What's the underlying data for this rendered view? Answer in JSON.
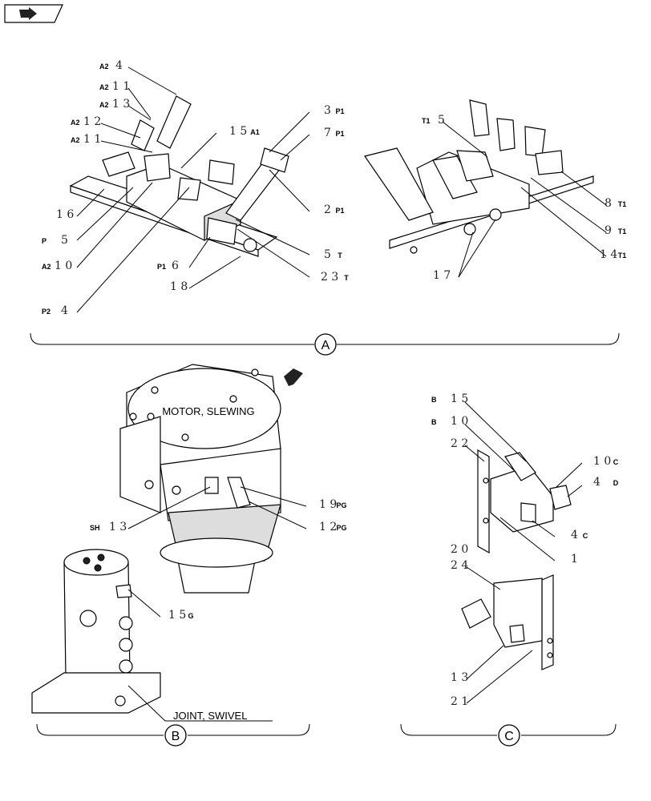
{
  "nav_icon": "next-page-arrow-icon",
  "sections": {
    "A": "A",
    "B": "B",
    "C": "C"
  },
  "section_a": {
    "callouts": [
      {
        "id": "a-4-a2",
        "letter": "A2",
        "num": "4"
      },
      {
        "id": "a-11-a2",
        "letter": "A2",
        "num": "11"
      },
      {
        "id": "a-13-a2",
        "letter": "A2",
        "num": "13"
      },
      {
        "id": "a-12-a2",
        "letter": "A2",
        "num": "12"
      },
      {
        "id": "a-11b-a2",
        "letter": "A2",
        "num": "11"
      },
      {
        "id": "a-15-a1",
        "letter": "A1",
        "num": "15"
      },
      {
        "id": "a-3-p1",
        "letter": "P1",
        "num": "3"
      },
      {
        "id": "a-7-p1",
        "letter": "P1",
        "num": "7"
      },
      {
        "id": "a-2-p1",
        "letter": "P1",
        "num": "2"
      },
      {
        "id": "a-16",
        "letter": "",
        "num": "16"
      },
      {
        "id": "a-5-p",
        "letter": "P",
        "num": "5"
      },
      {
        "id": "a-10-a2",
        "letter": "A2",
        "num": "10"
      },
      {
        "id": "a-6-p1",
        "letter": "P1",
        "num": "6"
      },
      {
        "id": "a-5-t",
        "letter": "T",
        "num": "5"
      },
      {
        "id": "a-23-t",
        "letter": "T",
        "num": "23"
      },
      {
        "id": "a-18",
        "letter": "",
        "num": "18"
      },
      {
        "id": "a-4-p2",
        "letter": "P2",
        "num": "4"
      },
      {
        "id": "a-5-t1",
        "letter": "T1",
        "num": "5"
      },
      {
        "id": "a-8-t1",
        "letter": "T1",
        "num": "8"
      },
      {
        "id": "a-9-t1",
        "letter": "T1",
        "num": "9"
      },
      {
        "id": "a-14-t1",
        "letter": "T1",
        "num": "14"
      },
      {
        "id": "a-17",
        "letter": "",
        "num": "17"
      }
    ]
  },
  "section_b": {
    "motor_label": "MOTOR, SLEWING",
    "swivel_label": "JOINT, SWIVEL",
    "callouts": [
      {
        "id": "b-19-pg",
        "letter": "PG",
        "num": "19"
      },
      {
        "id": "b-12-pg",
        "letter": "PG",
        "num": "12"
      },
      {
        "id": "b-13-sh",
        "letter": "SH",
        "num": "13"
      },
      {
        "id": "b-15-g",
        "letter": "G",
        "num": "15"
      }
    ]
  },
  "section_c": {
    "callouts": [
      {
        "id": "c-15-b",
        "letter": "B",
        "num": "15"
      },
      {
        "id": "c-10-b",
        "letter": "B",
        "num": "10"
      },
      {
        "id": "c-22",
        "letter": "",
        "num": "22"
      },
      {
        "id": "c-10-c",
        "letter": "C",
        "num": "10"
      },
      {
        "id": "c-4-d",
        "letter": "D",
        "num": "4"
      },
      {
        "id": "c-4-c",
        "letter": "C",
        "num": "4"
      },
      {
        "id": "c-1",
        "letter": "",
        "num": "1"
      },
      {
        "id": "c-20",
        "letter": "",
        "num": "20"
      },
      {
        "id": "c-24",
        "letter": "",
        "num": "24"
      },
      {
        "id": "c-13",
        "letter": "",
        "num": "13"
      },
      {
        "id": "c-21",
        "letter": "",
        "num": "21"
      }
    ]
  }
}
